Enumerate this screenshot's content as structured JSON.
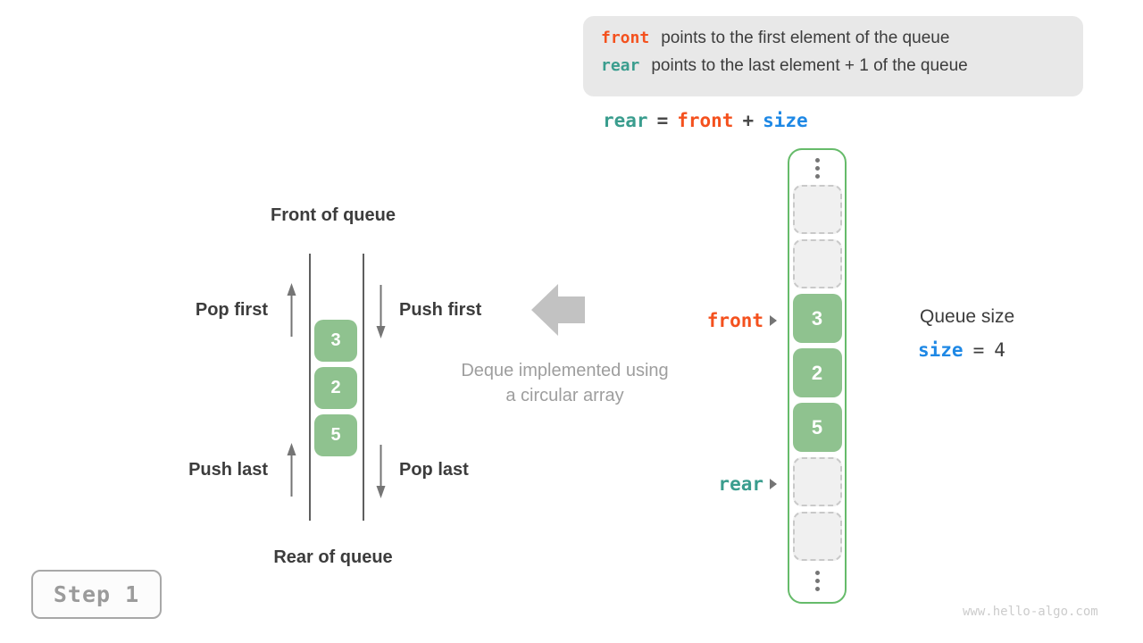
{
  "colors": {
    "orange": "#f4511e",
    "teal": "#3a9d8e",
    "blue": "#1e88e5",
    "green-cell": "#8fc28f",
    "green-border": "#66bb6a",
    "gray-text": "#9e9e9e",
    "dark-text": "#3c3c3c",
    "arrow-gray": "#757575",
    "big-arrow": "#c2c2c2",
    "box-bg": "#e8e8e8",
    "empty-bg": "#f0f0f0",
    "empty-border": "#c9c9c9",
    "line-color": "#5f5f5f",
    "badge-border": "#a8a8a8",
    "badge-text": "#9b9b9b",
    "watermark": "#cccccc"
  },
  "info_box": {
    "lines": [
      {
        "keyword": "front",
        "keyword_color": "#f4511e",
        "text": "points to the first element of the queue"
      },
      {
        "keyword": "rear",
        "keyword_color": "#3a9d8e",
        "text": "points to the last element + 1 of the queue"
      }
    ]
  },
  "formula": {
    "tokens": [
      {
        "text": "rear",
        "color": "#3a9d8e"
      },
      {
        "text": "=",
        "color": "#4a4a4a"
      },
      {
        "text": "front",
        "color": "#f4511e"
      },
      {
        "text": "+",
        "color": "#4a4a4a"
      },
      {
        "text": "size",
        "color": "#1e88e5"
      }
    ]
  },
  "deque_diagram": {
    "front_title": "Front of queue",
    "rear_title": "Rear of queue",
    "pop_first": "Pop first",
    "push_first": "Push first",
    "push_last": "Push last",
    "pop_last": "Pop last",
    "values": [
      "3",
      "2",
      "5"
    ]
  },
  "caption": {
    "line1": "Deque implemented using",
    "line2": "a circular array"
  },
  "array_column": {
    "cells": [
      {
        "type": "ellipsis"
      },
      {
        "type": "empty"
      },
      {
        "type": "empty"
      },
      {
        "type": "value",
        "value": "3"
      },
      {
        "type": "value",
        "value": "2"
      },
      {
        "type": "value",
        "value": "5"
      },
      {
        "type": "empty"
      },
      {
        "type": "empty"
      },
      {
        "type": "ellipsis"
      }
    ],
    "front_pointer": "front",
    "rear_pointer": "rear"
  },
  "queue_size": {
    "title": "Queue size",
    "var": "size",
    "equals": "=",
    "value": "4"
  },
  "step_badge": {
    "label": "Step 1"
  },
  "watermark": {
    "text": "www.hello-algo.com"
  }
}
